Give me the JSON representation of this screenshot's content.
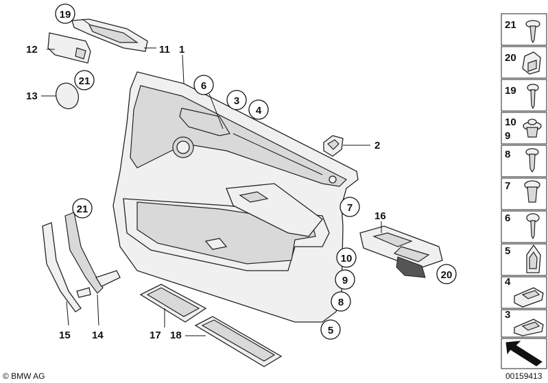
{
  "callouts": {
    "c1": "1",
    "c2": "2",
    "c3": "3",
    "c4": "4",
    "c5": "5",
    "c6": "6",
    "c7": "7",
    "c8": "8",
    "c9": "9",
    "c10": "10",
    "c11": "11",
    "c12": "12",
    "c13": "13",
    "c14": "14",
    "c15": "15",
    "c16": "16",
    "c17": "17",
    "c18": "18",
    "c19": "19",
    "c20": "20",
    "c21a": "21",
    "c21b": "21"
  },
  "sidebar": [
    {
      "label": "21",
      "icon": "screw-icon"
    },
    {
      "label": "20",
      "icon": "clip-plate-icon"
    },
    {
      "label": "19",
      "icon": "screw-icon"
    },
    {
      "label": "10",
      "label2": "9",
      "icon": "expanding-rivet-icon"
    },
    {
      "label": "8",
      "icon": "screw-icon"
    },
    {
      "label": "7",
      "icon": "plastic-rivet-icon"
    },
    {
      "label": "6",
      "icon": "screw-icon"
    },
    {
      "label": "5",
      "icon": "clip-icon"
    },
    {
      "label": "4",
      "icon": "bracket-clip-icon"
    },
    {
      "label": "3",
      "icon": "bracket-clip-icon"
    }
  ],
  "footer": {
    "copyright": "© BMW AG",
    "diagram_id": "00159413"
  }
}
